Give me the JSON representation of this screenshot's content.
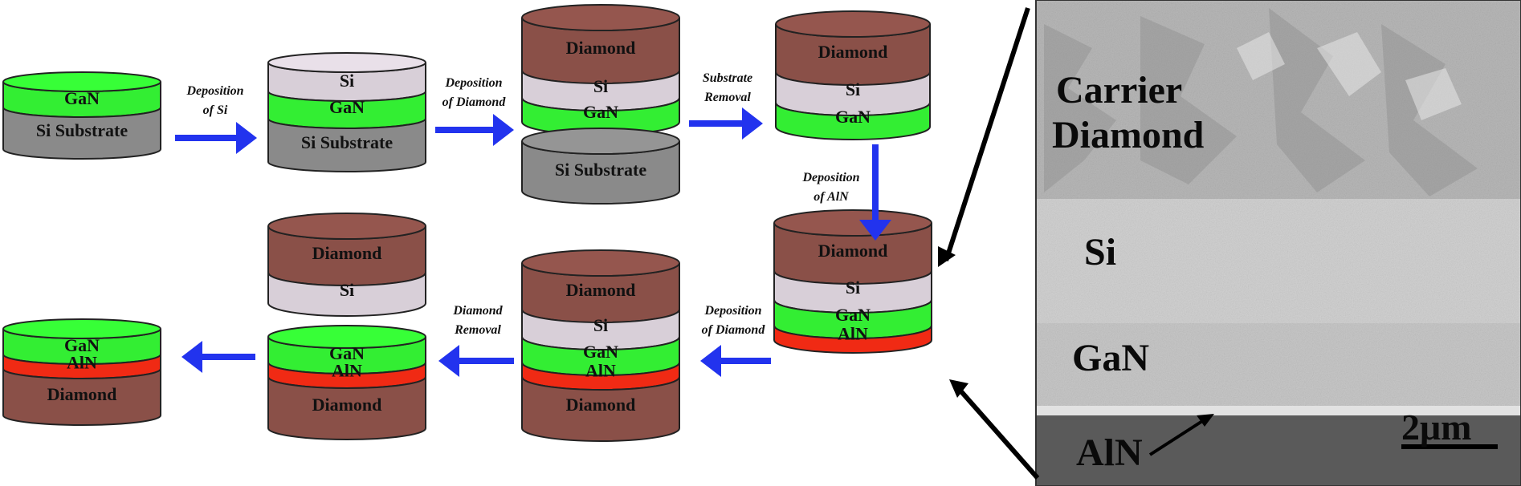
{
  "colors": {
    "gan": "#33ee33",
    "aln": "#f02a14",
    "si": "#d8cfd8",
    "diamond": "#8a5048",
    "si_substrate": "#8a8a8a",
    "arrow": "#2233ee",
    "outline": "#222222"
  },
  "stacks": [
    {
      "id": "s1",
      "layers": [
        {
          "type": "gan",
          "label": "GaN"
        },
        {
          "type": "si_substrate",
          "label": "Si Substrate"
        }
      ]
    },
    {
      "id": "s2",
      "layers": [
        {
          "type": "si",
          "label": "Si"
        },
        {
          "type": "gan",
          "label": "GaN"
        },
        {
          "type": "si_substrate",
          "label": "Si Substrate"
        }
      ]
    },
    {
      "id": "s3a",
      "layers": [
        {
          "type": "diamond",
          "label": "Diamond"
        },
        {
          "type": "si",
          "label": "Si"
        },
        {
          "type": "gan",
          "label": "GaN"
        }
      ]
    },
    {
      "id": "s3b",
      "layers": [
        {
          "type": "si_substrate",
          "label": "Si Substrate"
        }
      ]
    },
    {
      "id": "s4",
      "layers": [
        {
          "type": "diamond",
          "label": "Diamond"
        },
        {
          "type": "si",
          "label": "Si"
        },
        {
          "type": "gan",
          "label": "GaN"
        }
      ]
    },
    {
      "id": "s5",
      "layers": [
        {
          "type": "diamond",
          "label": "Diamond"
        },
        {
          "type": "si",
          "label": "Si"
        },
        {
          "type": "gan",
          "label": "GaN"
        },
        {
          "type": "aln",
          "label": "AlN"
        }
      ]
    },
    {
      "id": "s6",
      "layers": [
        {
          "type": "diamond",
          "label": "Diamond"
        },
        {
          "type": "si",
          "label": "Si"
        },
        {
          "type": "gan",
          "label": "GaN"
        },
        {
          "type": "aln",
          "label": "AlN"
        },
        {
          "type": "diamond",
          "label": "Diamond"
        }
      ]
    },
    {
      "id": "s7a",
      "layers": [
        {
          "type": "diamond",
          "label": "Diamond"
        },
        {
          "type": "si",
          "label": "Si"
        }
      ]
    },
    {
      "id": "s7b",
      "layers": [
        {
          "type": "gan",
          "label": "GaN"
        },
        {
          "type": "aln",
          "label": "AlN"
        },
        {
          "type": "diamond",
          "label": "Diamond"
        }
      ]
    },
    {
      "id": "s8",
      "layers": [
        {
          "type": "gan",
          "label": "GaN"
        },
        {
          "type": "aln",
          "label": "AlN"
        },
        {
          "type": "diamond",
          "label": "Diamond"
        }
      ]
    }
  ],
  "steps": [
    {
      "id": "a1",
      "lines": [
        "Deposition",
        "of Si"
      ]
    },
    {
      "id": "a2",
      "lines": [
        "Deposition",
        "of Diamond"
      ]
    },
    {
      "id": "a3",
      "lines": [
        "Substrate",
        "Removal"
      ]
    },
    {
      "id": "a4",
      "lines": [
        "Deposition",
        "of AlN"
      ]
    },
    {
      "id": "a5",
      "lines": [
        "Deposition",
        "of Diamond"
      ]
    },
    {
      "id": "a6",
      "lines": [
        "Diamond",
        "Removal"
      ]
    },
    {
      "id": "a7",
      "lines": []
    }
  ],
  "sem": {
    "carrier_label": [
      "Carrier",
      "Diamond"
    ],
    "si_label": "Si",
    "gan_label": "GaN",
    "aln_label": "AlN",
    "scale_bar": "2μm"
  }
}
